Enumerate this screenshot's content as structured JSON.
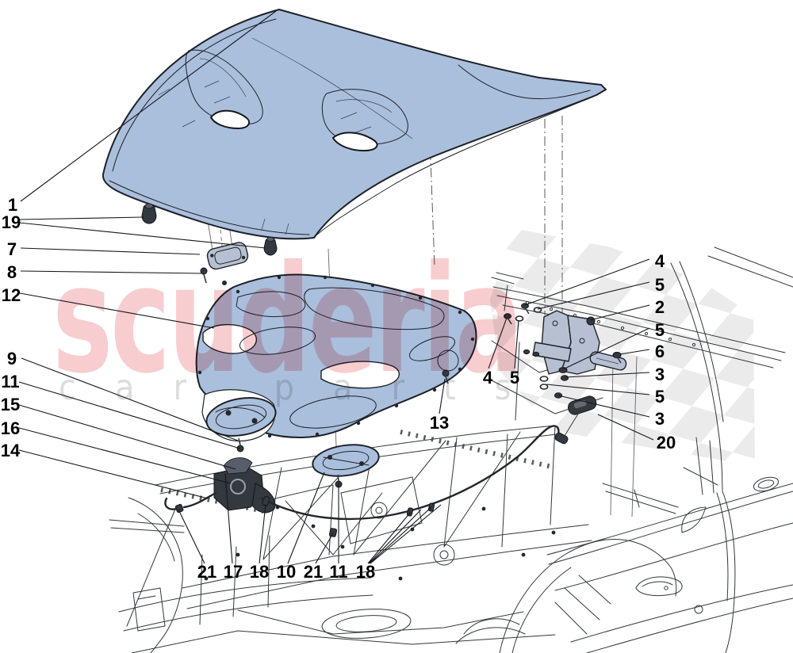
{
  "diagram": {
    "callouts": [
      {
        "text": "1"
      },
      {
        "text": "19"
      },
      {
        "text": "7"
      },
      {
        "text": "8"
      },
      {
        "text": "12"
      },
      {
        "text": "9"
      },
      {
        "text": "11"
      },
      {
        "text": "15"
      },
      {
        "text": "16"
      },
      {
        "text": "14"
      },
      {
        "text": "4"
      },
      {
        "text": "5"
      },
      {
        "text": "2"
      },
      {
        "text": "5"
      },
      {
        "text": "6"
      },
      {
        "text": "3"
      },
      {
        "text": "5"
      },
      {
        "text": "3"
      },
      {
        "text": "20"
      },
      {
        "text": "4"
      },
      {
        "text": "5"
      },
      {
        "text": "13"
      },
      {
        "text": "21"
      },
      {
        "text": "17"
      },
      {
        "text": "18"
      },
      {
        "text": "10"
      },
      {
        "text": "21"
      },
      {
        "text": "11"
      },
      {
        "text": "18"
      }
    ]
  },
  "watermark": {
    "brand": "scuderia",
    "subtitle": "car parts"
  },
  "colors": {
    "background": "#ffffff",
    "part_blue": "#aabfdc",
    "bracket_blue": "#b6c0d2",
    "outline_ink": "#1d2127",
    "line_art": "#33373c",
    "hardware_dark": "#34383f",
    "watermark_pink": "#ef9ba0",
    "watermark_gray": "#bfbfbf",
    "checker_gray": "#e9e9e9"
  }
}
